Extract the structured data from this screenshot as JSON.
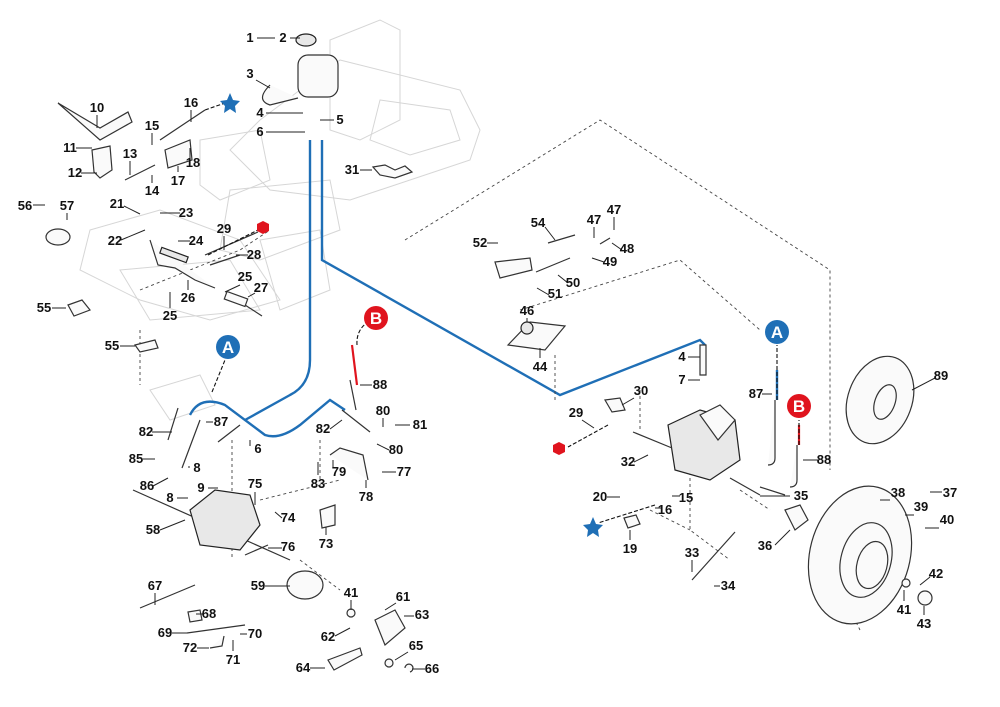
{
  "diagram": {
    "title": "Hydrostatic transmission drive system exploded parts view",
    "colors": {
      "hose_blue": "#1f6fb6",
      "marker_a": "#1f6fb6",
      "marker_b": "#e0141e",
      "link_star": "#1f6fb6",
      "link_hexagon": "#e0141e"
    },
    "connectors": [
      {
        "id": "A",
        "label": "A",
        "color": "blue",
        "shape": "circle"
      },
      {
        "id": "B",
        "label": "B",
        "color": "red",
        "shape": "circle"
      },
      {
        "id": "star",
        "label": "",
        "color": "blue",
        "shape": "star"
      },
      {
        "id": "hexagon",
        "label": "",
        "color": "red",
        "shape": "hexagon"
      }
    ],
    "callouts": [
      {
        "n": "1"
      },
      {
        "n": "2"
      },
      {
        "n": "3"
      },
      {
        "n": "4"
      },
      {
        "n": "6"
      },
      {
        "n": "5"
      },
      {
        "n": "10"
      },
      {
        "n": "16"
      },
      {
        "n": "15"
      },
      {
        "n": "11"
      },
      {
        "n": "13"
      },
      {
        "n": "18"
      },
      {
        "n": "12"
      },
      {
        "n": "17"
      },
      {
        "n": "14"
      },
      {
        "n": "56"
      },
      {
        "n": "57"
      },
      {
        "n": "21"
      },
      {
        "n": "23"
      },
      {
        "n": "22"
      },
      {
        "n": "24"
      },
      {
        "n": "29"
      },
      {
        "n": "28"
      },
      {
        "n": "25"
      },
      {
        "n": "26"
      },
      {
        "n": "27"
      },
      {
        "n": "25"
      },
      {
        "n": "55"
      },
      {
        "n": "55"
      },
      {
        "n": "31"
      },
      {
        "n": "54"
      },
      {
        "n": "47"
      },
      {
        "n": "47"
      },
      {
        "n": "52"
      },
      {
        "n": "48"
      },
      {
        "n": "49"
      },
      {
        "n": "50"
      },
      {
        "n": "51"
      },
      {
        "n": "46"
      },
      {
        "n": "44"
      },
      {
        "n": "4"
      },
      {
        "n": "7"
      },
      {
        "n": "87"
      },
      {
        "n": "30"
      },
      {
        "n": "29"
      },
      {
        "n": "88"
      },
      {
        "n": "32"
      },
      {
        "n": "35"
      },
      {
        "n": "20"
      },
      {
        "n": "15"
      },
      {
        "n": "16"
      },
      {
        "n": "19"
      },
      {
        "n": "36"
      },
      {
        "n": "33"
      },
      {
        "n": "34"
      },
      {
        "n": "89"
      },
      {
        "n": "38"
      },
      {
        "n": "37"
      },
      {
        "n": "39"
      },
      {
        "n": "40"
      },
      {
        "n": "42"
      },
      {
        "n": "41"
      },
      {
        "n": "43"
      },
      {
        "n": "88"
      },
      {
        "n": "82"
      },
      {
        "n": "87"
      },
      {
        "n": "6"
      },
      {
        "n": "80"
      },
      {
        "n": "81"
      },
      {
        "n": "82"
      },
      {
        "n": "80"
      },
      {
        "n": "85"
      },
      {
        "n": "8"
      },
      {
        "n": "79"
      },
      {
        "n": "77"
      },
      {
        "n": "86"
      },
      {
        "n": "83"
      },
      {
        "n": "9"
      },
      {
        "n": "78"
      },
      {
        "n": "8"
      },
      {
        "n": "75"
      },
      {
        "n": "74"
      },
      {
        "n": "58"
      },
      {
        "n": "73"
      },
      {
        "n": "76"
      },
      {
        "n": "67"
      },
      {
        "n": "59"
      },
      {
        "n": "41"
      },
      {
        "n": "61"
      },
      {
        "n": "68"
      },
      {
        "n": "63"
      },
      {
        "n": "69"
      },
      {
        "n": "70"
      },
      {
        "n": "62"
      },
      {
        "n": "72"
      },
      {
        "n": "71"
      },
      {
        "n": "65"
      },
      {
        "n": "64"
      },
      {
        "n": "66"
      }
    ]
  }
}
